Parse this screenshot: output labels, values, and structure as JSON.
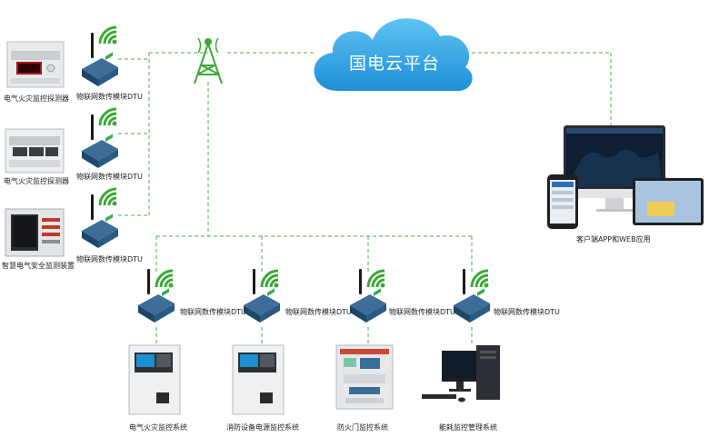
{
  "cloud": {
    "label": "国电云平台"
  },
  "client": {
    "label": "客户端APP和WEB应用"
  },
  "left_devices": [
    {
      "device_label": "电气火灾监控探测器",
      "dtu_label": "物联网数传模块DTU"
    },
    {
      "device_label": "电气火灾监控探测器",
      "dtu_label": "物联网数传模块DTU"
    },
    {
      "device_label": "智慧电气安全监测装置",
      "dtu_label": "物联网数传模块DTU"
    }
  ],
  "bottom_systems": [
    {
      "dtu_label": "物联网数传模块DTU",
      "system_label": "电气火灾监控系统"
    },
    {
      "dtu_label": "物联网数传模块DTU",
      "system_label": "消防设备电源监控系统"
    },
    {
      "dtu_label": "物联网数传模块DTU",
      "system_label": "防火门监控系统"
    },
    {
      "dtu_label": "物联网数传模块DTU",
      "system_label": "能耗监控管理系统"
    }
  ]
}
